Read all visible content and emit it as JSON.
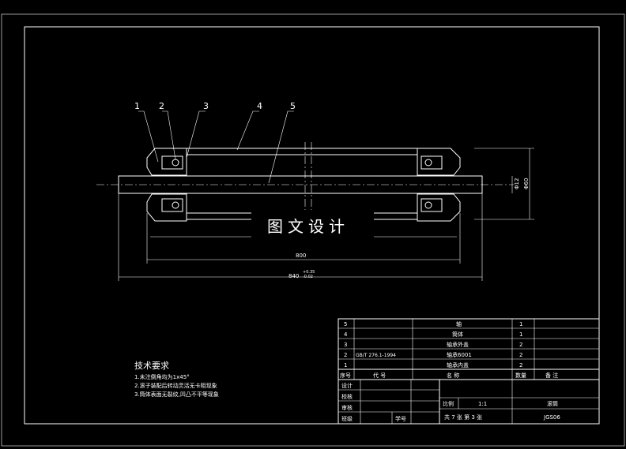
{
  "balloons": [
    "1",
    "2",
    "3",
    "4",
    "5"
  ],
  "dimensions": {
    "overall": "840",
    "tol_upper": "+0.35",
    "tol_lower": "-0.02",
    "inner": "800",
    "diameter_shaft": "Φ12",
    "diameter_body": "Φ60"
  },
  "watermark": "图文设计",
  "tech": {
    "title": "技术要求",
    "items": [
      "1.未注倒角均为1x45°",
      "2.滚子装配后转动灵活无卡阻现象",
      "3.筒体表面无裂纹,凹凸不平等现象"
    ]
  },
  "bom": {
    "headers": [
      "序号",
      "代  号",
      "名  称",
      "数量",
      "备  注"
    ],
    "rows": [
      {
        "no": "5",
        "code": "",
        "name": "轴",
        "qty": "1",
        "note": ""
      },
      {
        "no": "4",
        "code": "",
        "name": "筒体",
        "qty": "1",
        "note": ""
      },
      {
        "no": "3",
        "code": "",
        "name": "轴承外盖",
        "qty": "2",
        "note": ""
      },
      {
        "no": "2",
        "code": "GB/T 276.1-1994",
        "name": "轴承6001",
        "qty": "2",
        "note": ""
      },
      {
        "no": "1",
        "code": "",
        "name": "轴承内盖",
        "qty": "2",
        "note": ""
      }
    ]
  },
  "title_block": {
    "design": "设计",
    "check": "校核",
    "review": "审核",
    "class": "班级",
    "student_no": "学号",
    "scale_label": "比例",
    "scale": "1:1",
    "sheets": "共 7 张 第 3 张",
    "part_name": "滚筒",
    "drawing_no": "JGS06"
  }
}
